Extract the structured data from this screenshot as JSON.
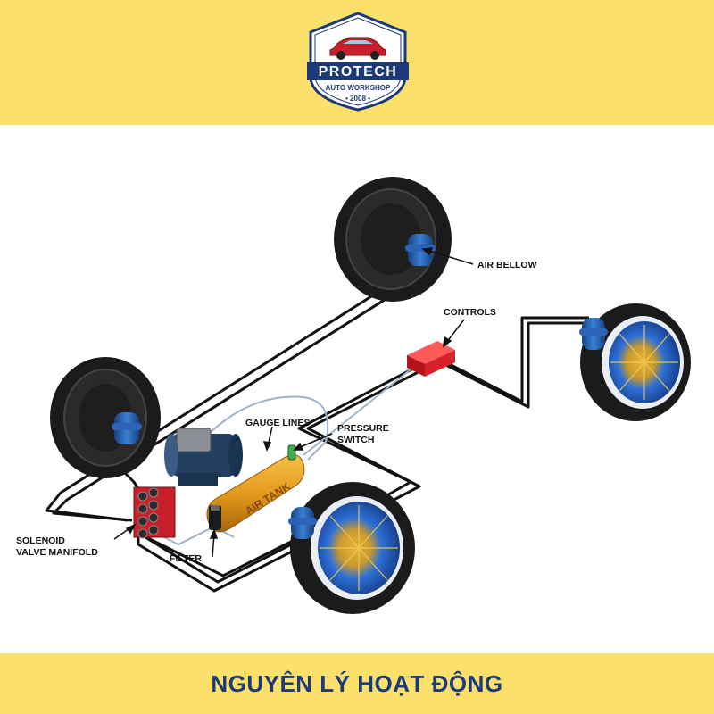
{
  "logo": {
    "brand": "PROTECH",
    "tagline": "AUTO WORKSHOP",
    "year": "• 2008 •"
  },
  "diagram": {
    "labels": {
      "air_bellow": "AIR BELLOW",
      "controls": "CONTROLS",
      "gauge_lines": "GAUGE LINES",
      "pressure_switch_1": "PRESSURE",
      "pressure_switch_2": "SWITCH",
      "air_tank": "AIR TANK",
      "solenoid_1": "SOLENOID",
      "solenoid_2": "VALVE MANIFOLD",
      "filter": "FILTER"
    }
  },
  "footer": {
    "title": "NGUYÊN LÝ HOẠT ĐỘNG"
  },
  "colors": {
    "band": "#fbe16c",
    "title": "#1d3a78",
    "tire": "#1b1b1b",
    "rim": "#2e6fd6",
    "bellow": "#2b63b8",
    "tank": "#e59a1c",
    "controls": "#d8222a"
  }
}
